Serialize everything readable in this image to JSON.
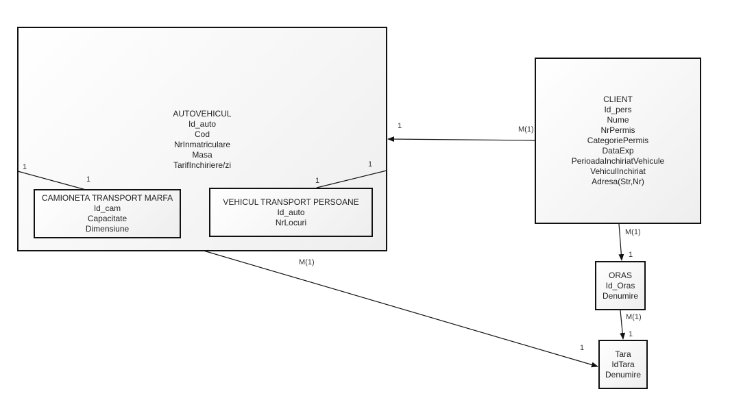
{
  "entities": {
    "autovehicul": {
      "title": "AUTOVEHICUL",
      "attributes": [
        "Id_auto",
        "Cod",
        "NrInmatriculare",
        "Masa",
        "TarifInchiriere/zi"
      ]
    },
    "camioneta": {
      "title": "CAMIONETA TRANSPORT MARFA",
      "attributes": [
        "Id_cam",
        "Capacitate",
        "Dimensiune"
      ]
    },
    "vehicul_persoane": {
      "title": "VEHICUL TRANSPORT PERSOANE",
      "attributes": [
        "Id_auto",
        "NrLocuri"
      ]
    },
    "client": {
      "title": "CLIENT",
      "attributes": [
        "Id_pers",
        "Nume",
        "NrPermis",
        "CategoriePermis",
        "DataExp",
        "PerioadaInchiriatVehicule",
        "VehiculInchiriat",
        "Adresa(Str,Nr)"
      ]
    },
    "oras": {
      "title": "ORAS",
      "attributes": [
        "Id_Oras",
        "Denumire"
      ]
    },
    "tara": {
      "title": "Tara",
      "attributes": [
        "IdTara",
        "Denumire"
      ]
    }
  },
  "relationships": [
    {
      "from": "autovehicul",
      "to": "camioneta",
      "from_card": "1",
      "to_card": "1"
    },
    {
      "from": "autovehicul",
      "to": "vehicul_persoane",
      "from_card": "1",
      "to_card": "1"
    },
    {
      "from": "client",
      "to": "autovehicul",
      "from_card": "M(1)",
      "to_card": "1"
    },
    {
      "from": "client",
      "to": "oras",
      "from_card": "M(1)",
      "to_card": "1"
    },
    {
      "from": "oras",
      "to": "tara",
      "from_card": "M(1)",
      "to_card": "1"
    },
    {
      "from": "autovehicul",
      "to": "tara",
      "from_card": "M(1)",
      "to_card": "1"
    }
  ]
}
